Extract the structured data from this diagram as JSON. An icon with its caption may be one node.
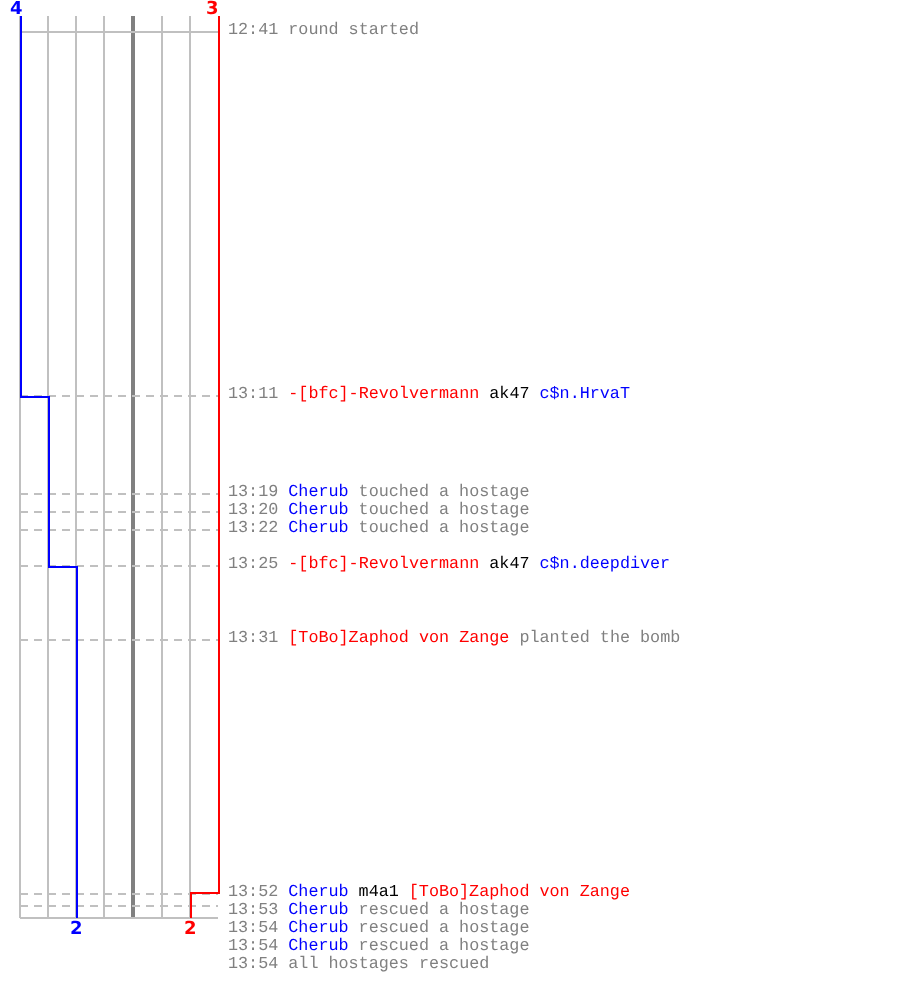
{
  "diagram": {
    "labels": [
      "4",
      "3",
      "12:41",
      "round started",
      "13:11",
      "-[bfc]-Revolvermann",
      "ak47",
      "c$n.HrvaT",
      "13:19",
      "Cherub",
      "touched a hostage",
      "13:20",
      "Cherub",
      "touched a hostage",
      "13:22",
      "Cherub",
      "touched a hostage",
      "13:25",
      "-[bfc]-Revolvermann",
      "ak47",
      "c$n.deepdiver",
      "13:31",
      "[ToBo]Zaphod von Zange",
      "planted the bomb",
      "13:52",
      "Cherub",
      "m4a1",
      "[ToBo]Zaphod von Zange",
      "13:53",
      "Cherub",
      "rescued a hostage",
      "13:54",
      "Cherub",
      "rescued a hostage",
      "13:54",
      "Cherub",
      "rescued a hostage",
      "13:54",
      "all hostages rescued",
      "2",
      "2"
    ]
  }
}
